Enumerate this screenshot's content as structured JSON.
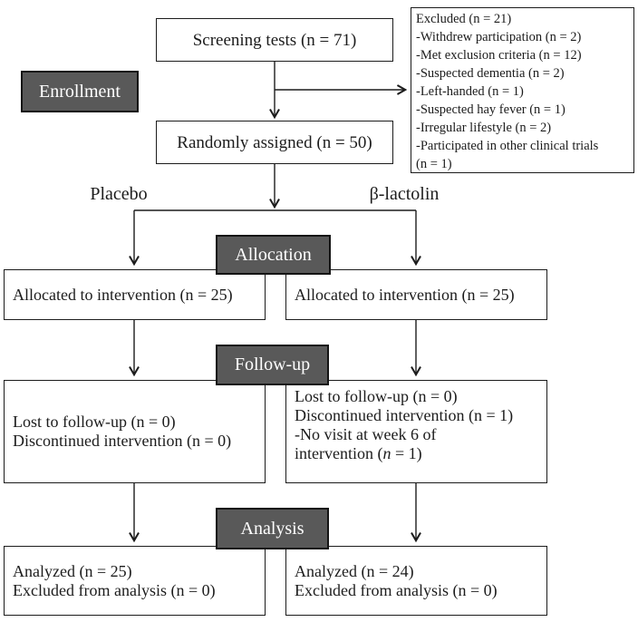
{
  "figure": {
    "stages": {
      "enrollment": "Enrollment",
      "allocation": "Allocation",
      "followup": "Follow-up",
      "analysis": "Analysis"
    },
    "arms": {
      "left": "Placebo",
      "right": "β-lactolin"
    },
    "screening_box": "Screening tests (n = 71)",
    "randomized_box": "Randomly assigned (n = 50)",
    "excluded_box": {
      "lines": [
        "Excluded (n = 21)",
        "-Withdrew participation (n = 2)",
        "-Met exclusion criteria (n = 12)",
        "-Suspected dementia (n = 2)",
        "-Left-handed (n = 1)",
        "-Suspected hay fever (n = 1)",
        "-Irregular lifestyle (n = 2)",
        "-Participated in other clinical trials",
        "(n = 1)"
      ]
    },
    "allocation_row": {
      "left": "Allocated to intervention (n = 25)",
      "right": "Allocated to intervention (n = 25)"
    },
    "followup_row": {
      "left_lines": [
        "Lost to follow-up (n = 0)",
        "Discontinued intervention (n = 0)"
      ],
      "right_lines": [
        "Lost to follow-up (n = 0)",
        "Discontinued intervention (n = 1)",
        "-No visit at week 6 of"
      ],
      "right_last_line": {
        "pre": "intervention (",
        "n": "n",
        "post": " = 1)"
      }
    },
    "analysis_row": {
      "left_lines": [
        "Analyzed (n = 25)",
        "Excluded from analysis (n = 0)"
      ],
      "right_lines": [
        "Analyzed (n = 24)",
        "Excluded from analysis (n = 0)"
      ]
    },
    "colors": {
      "stage_fill": "#595959",
      "stage_text": "#ffffff",
      "line": "#1c1c1c"
    }
  }
}
